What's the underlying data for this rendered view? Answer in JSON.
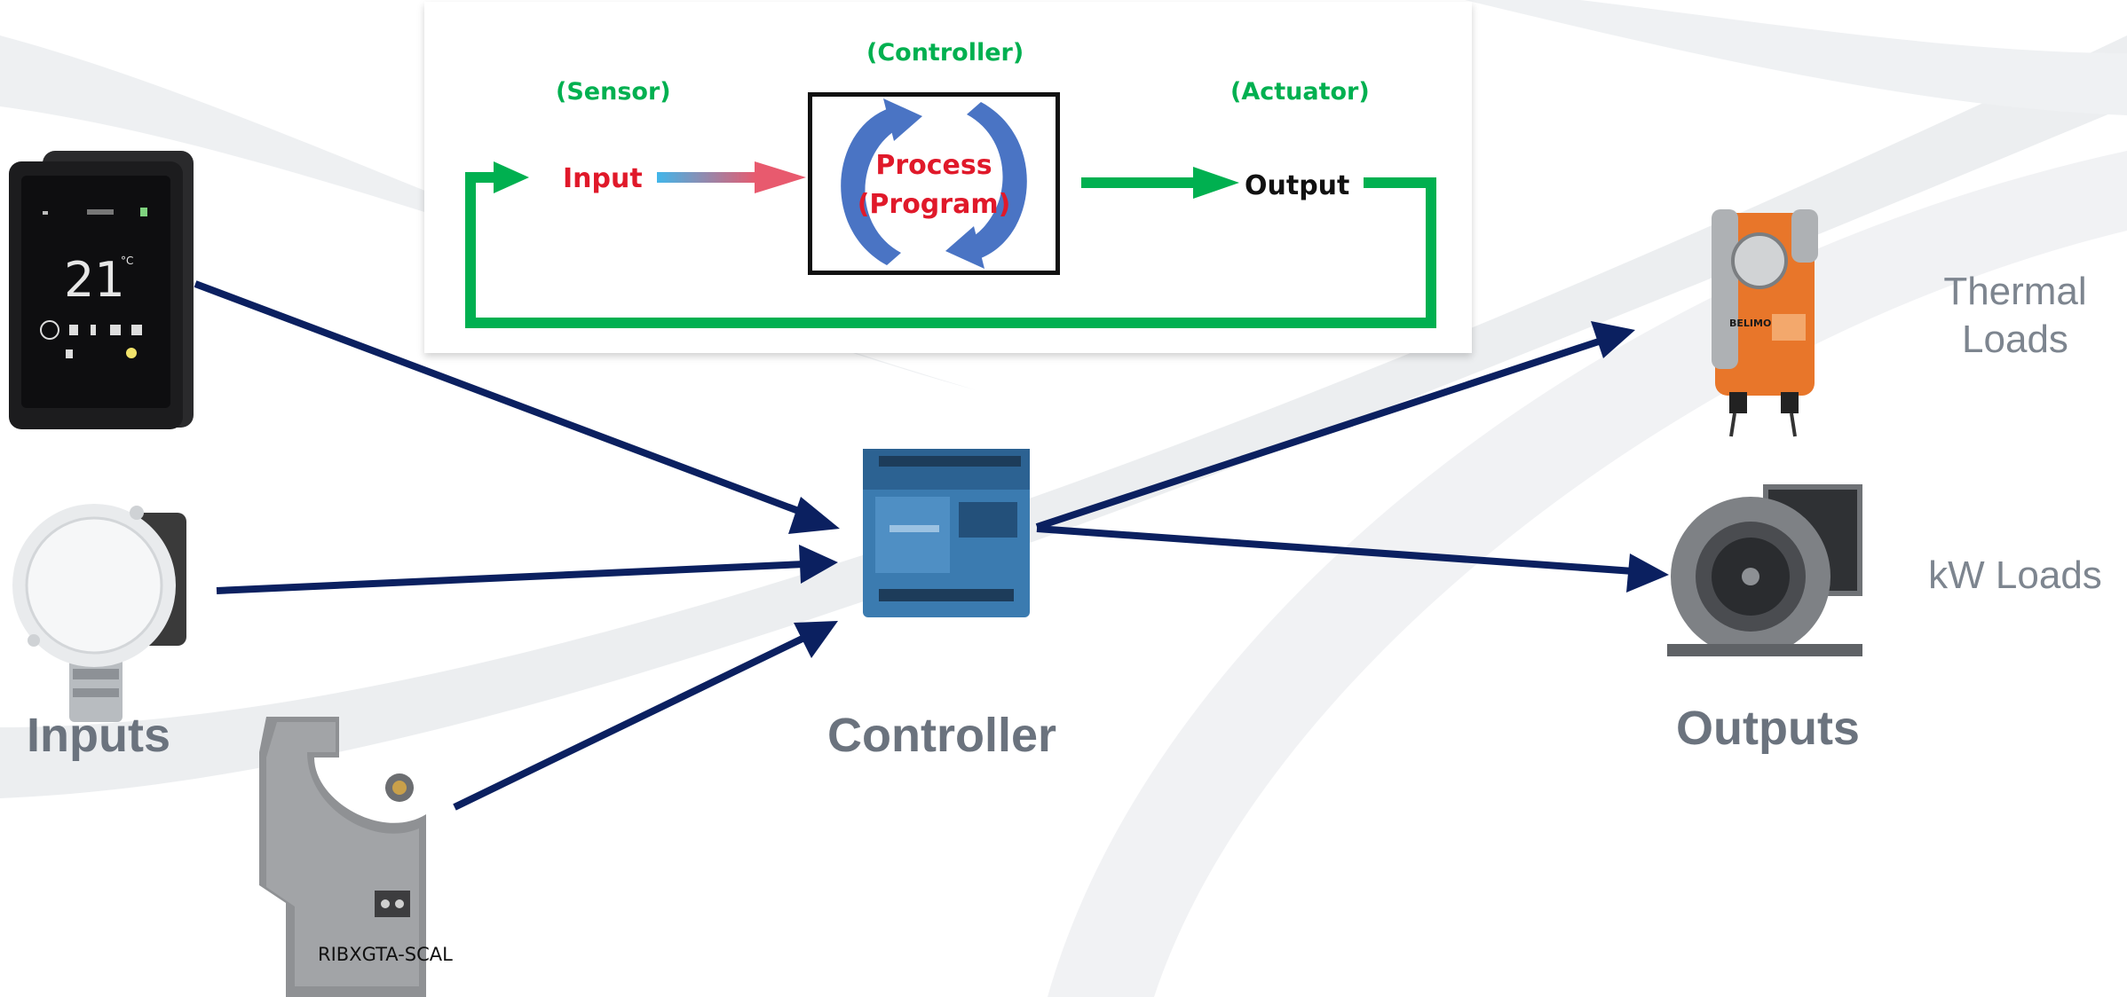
{
  "loop": {
    "controller_tag": "(Controller)",
    "sensor_tag": "(Sensor)",
    "actuator_tag": "(Actuator)",
    "input": "Input",
    "process_line1": "Process",
    "process_line2": "(Program)",
    "output": "Output"
  },
  "labels": {
    "inputs": "Inputs",
    "controller": "Controller",
    "outputs": "Outputs",
    "thermal_line1": "Thermal",
    "thermal_line2": "Loads",
    "kw_loads": "kW Loads"
  },
  "devices": {
    "thermostat_temp": "21",
    "thermostat_unit": "°C",
    "current_sensor_label": "RIBXGTA-SCAL",
    "actuator_brand": "BELIMO"
  },
  "colors": {
    "loop_green": "#00b050",
    "input_red": "#e0192a",
    "process_arrow_blue": "#4472c4",
    "arrow_navy": "#0b2060",
    "label_gray": "#6b737e"
  }
}
